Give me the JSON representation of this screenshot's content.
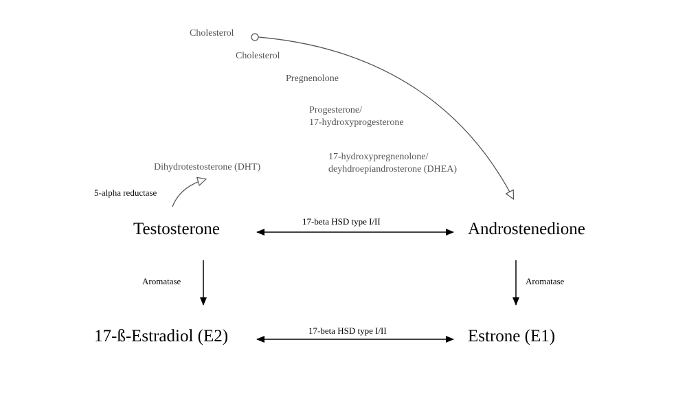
{
  "precursors": {
    "cholesterol_origin": "Cholesterol",
    "cholesterol": "Cholesterol",
    "pregnenolone": "Pregnenolone",
    "progesterone_line1": "Progesterone/",
    "progesterone_line2": "17-hydroxyprogesterone",
    "dhea_line1": "17-hydroxypregnenolone/",
    "dhea_line2": "deyhdroepiandrosterone (DHEA)"
  },
  "dht": {
    "label": "Dihydrotestosterone (DHT)",
    "enzyme": "5-alpha reductase"
  },
  "hormones": {
    "testosterone": "Testosterone",
    "androstenedione": "Androstenedione",
    "estradiol": "17-ß-Estradiol (E2)",
    "estrone": "Estrone (E1)"
  },
  "enzymes": {
    "hsd_top": "17-beta HSD type I/II",
    "hsd_bottom": "17-beta HSD type I/II",
    "aromatase_left": "Aromatase",
    "aromatase_right": "Aromatase"
  },
  "colors": {
    "precursor_text": "#555555",
    "precursor_arrow": "#555555",
    "main_text": "#000000"
  }
}
